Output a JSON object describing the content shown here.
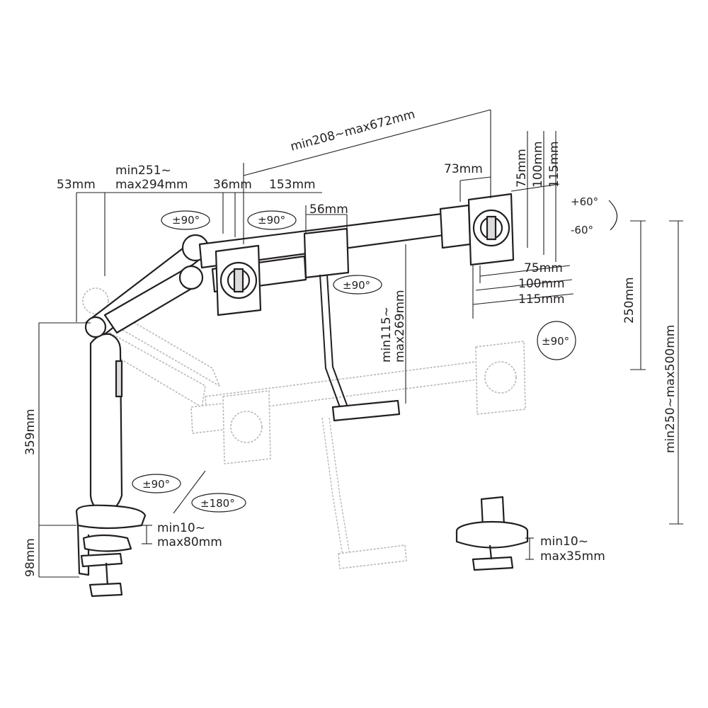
{
  "dimensions": {
    "arm_extension": "min208~max672mm",
    "offset_73": "73mm",
    "offset_53": "53mm",
    "reach_line1": "min251~",
    "reach_line2": "max294mm",
    "offset_36": "36mm",
    "offset_153": "153mm",
    "offset_56": "56mm",
    "vesa_v75": "75mm",
    "vesa_v100": "100mm",
    "vesa_v115": "115mm",
    "vesa_h75": "75mm",
    "vesa_h100": "100mm",
    "vesa_h115": "115mm",
    "height_adjust_line1": "min115~",
    "height_adjust_line2": "max269mm",
    "vertical_travel": "250mm",
    "total_height": "min250~max500mm",
    "pole_height": "359mm",
    "base_height": "98mm",
    "clamp_line1": "min10~",
    "clamp_line2": "max80mm",
    "grommet_line1": "min10~",
    "grommet_line2": "max35mm"
  },
  "rotations": {
    "arm_swivel": "±90°",
    "head_swivel": "±90°",
    "crossbar_swivel": "±90°",
    "tilt_up": "+60°",
    "tilt_down": "-60°",
    "screen_rotate": "±90°",
    "base_swivel": "±90°",
    "pole_rotate": "±180°"
  }
}
